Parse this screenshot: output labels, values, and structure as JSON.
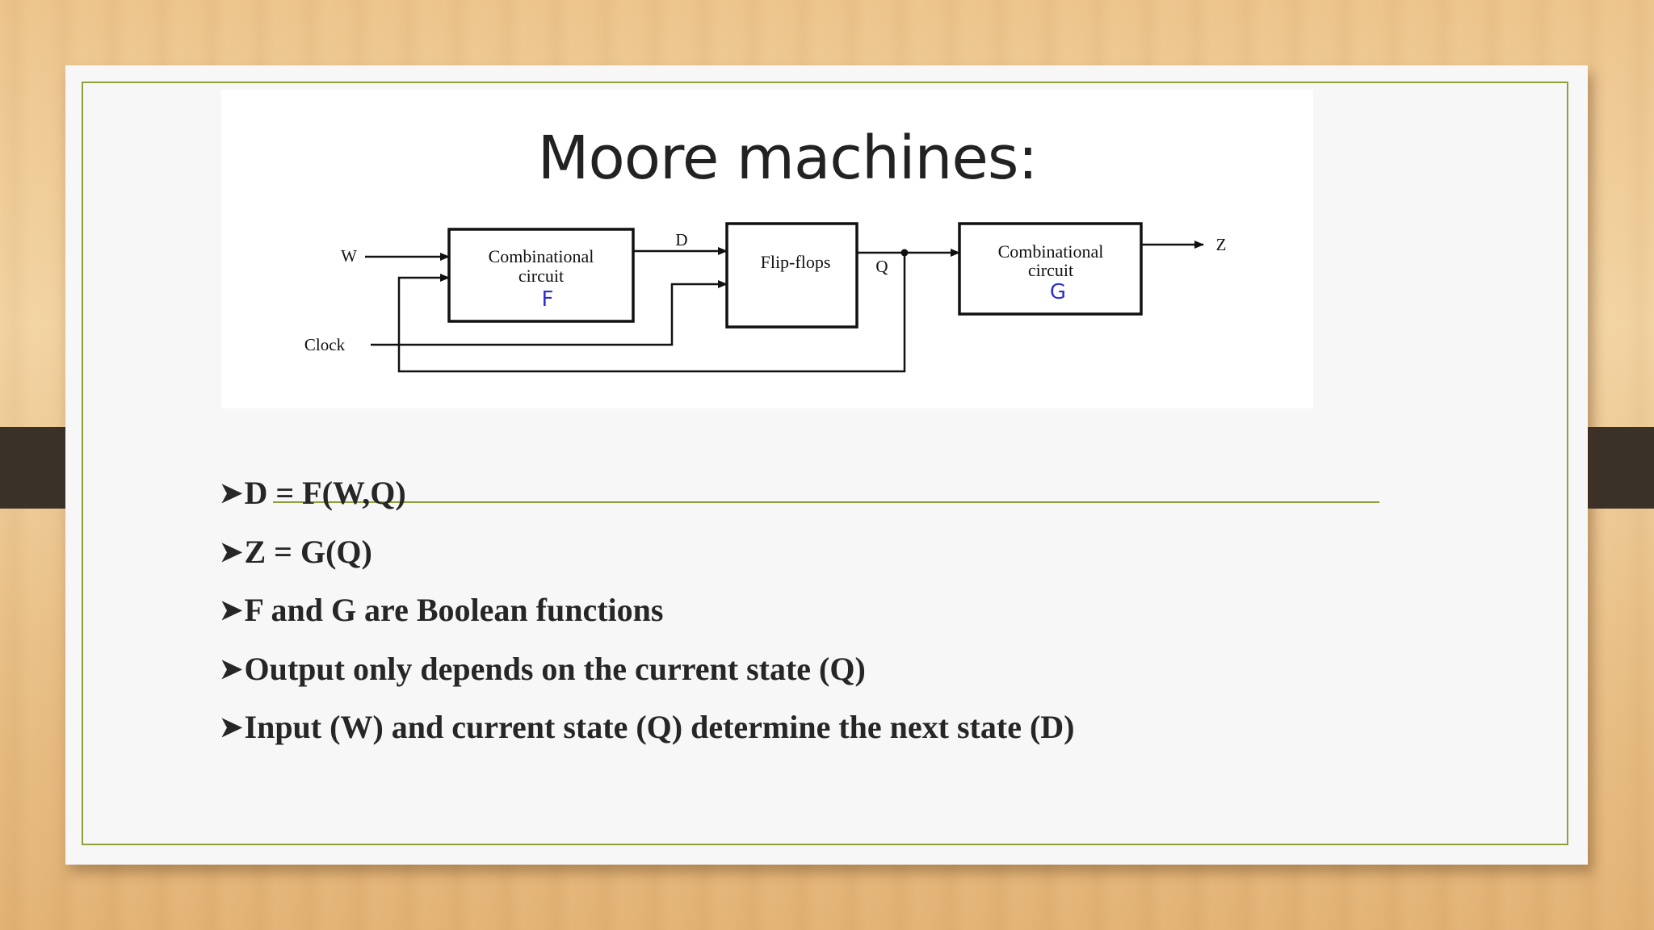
{
  "diagram": {
    "title": "Moore machines:",
    "inputs": {
      "w": "W",
      "clock": "Clock"
    },
    "blocks": {
      "f": {
        "line1": "Combinational",
        "line2": "circuit",
        "fn": "F"
      },
      "ff": {
        "label": "Flip-flops"
      },
      "g": {
        "line1": "Combinational",
        "line2": "circuit",
        "fn": "G"
      }
    },
    "signals": {
      "d": "D",
      "q": "Q",
      "z": "Z"
    }
  },
  "bullets": [
    "D = F(W,Q)",
    "Z = G(Q)",
    "F and G are Boolean functions",
    "Output only depends on the current state (Q)",
    "Input (W) and current state (Q) determine the next state (D)"
  ],
  "bullet_marker": "➤",
  "colors": {
    "accent_line": "#8fa03a",
    "function_label": "#2f2fd0",
    "tab": "#3a3129"
  }
}
